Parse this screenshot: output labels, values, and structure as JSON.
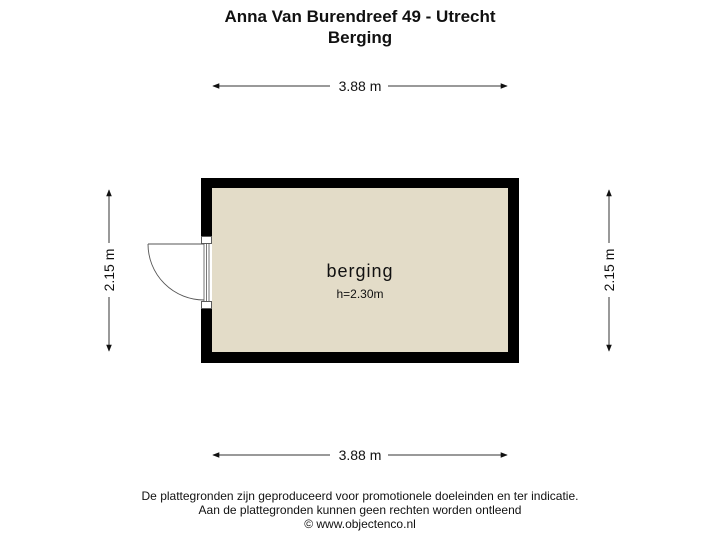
{
  "header": {
    "address": "Anna Van Burendreef 49 - Utrecht",
    "floor": "Berging"
  },
  "dimensions": {
    "top_width": "3.88 m",
    "bottom_width": "3.88 m",
    "left_height": "2.15 m",
    "right_height": "2.15 m"
  },
  "room": {
    "name": "berging",
    "height": "h=2.30m",
    "fill_color": "#e3dcc8",
    "wall_color": "#000000"
  },
  "footer": {
    "line1": "De plattegronden zijn geproduceerd voor promotionele doeleinden en ter indicatie.",
    "line2": "Aan de plattegronden kunnen geen rechten worden ontleend",
    "line3": "© www.objectenco.nl"
  }
}
